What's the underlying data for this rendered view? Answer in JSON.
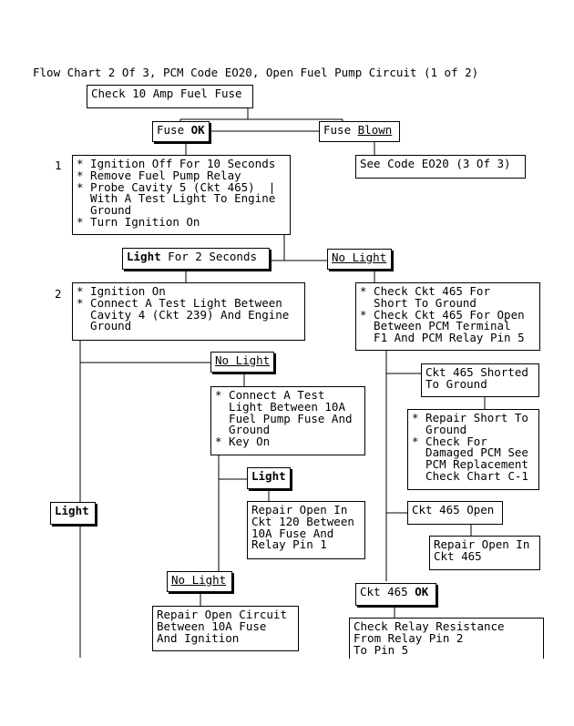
{
  "title": "Flow Chart 2 Of 3, PCM Code EO20, Open Fuel Pump Circuit (1 of 2)",
  "steps": {
    "s1": "1",
    "s2": "2"
  },
  "boxes": {
    "check_fuse": "Check 10 Amp Fuel Fuse",
    "fuse_ok": {
      "pre": "Fuse ",
      "bold": "OK"
    },
    "fuse_blown": {
      "pre": "Fuse ",
      "under": "Blown"
    },
    "see_code": "See Code EO20 (3 Of 3)",
    "step1": "* Ignition Off For 10 Seconds\n* Remove Fuel Pump Relay\n* Probe Cavity 5 (Ckt 465)  |\n  With A Test Light To Engine\n  Ground\n* Turn Ignition On",
    "light_2s": {
      "bold": "Light",
      "post": " For 2 Seconds"
    },
    "no_light_1": "No Light",
    "step2": "* Ignition On\n* Connect A Test Light Between\n  Cavity 4 (Ckt 239) And Engine\n  Ground",
    "check_465": "* Check Ckt 465 For\n  Short To Ground\n* Check Ckt 465 For Open\n  Between PCM Terminal\n  F1 And PCM Relay Pin 5",
    "no_light_2": "No Light",
    "ckt_shorted": "Ckt 465 Shorted\nTo Ground",
    "connect_10a": "* Connect A Test\n  Light Between 10A\n  Fuel Pump Fuse And\n  Ground\n* Key On",
    "repair_short": "* Repair Short To\n  Ground\n* Check For\n  Damaged PCM See\n  PCM Replacement\n  Check Chart C-1",
    "light_3": "Light",
    "repair_120": "Repair Open In\nCkt 120 Between\n10A Fuse And\nRelay Pin 1",
    "light_left": "Light",
    "ckt_open": "Ckt 465 Open",
    "repair_465": "Repair Open In\nCkt 465",
    "no_light_3": "No Light",
    "ckt_ok": {
      "pre": "Ckt 465 ",
      "bold": "OK"
    },
    "repair_ign": "Repair Open Circuit\nBetween 10A Fuse\nAnd Ignition",
    "check_relay": "Check Relay Resistance\nFrom Relay Pin 2\nTo Pin 5"
  }
}
